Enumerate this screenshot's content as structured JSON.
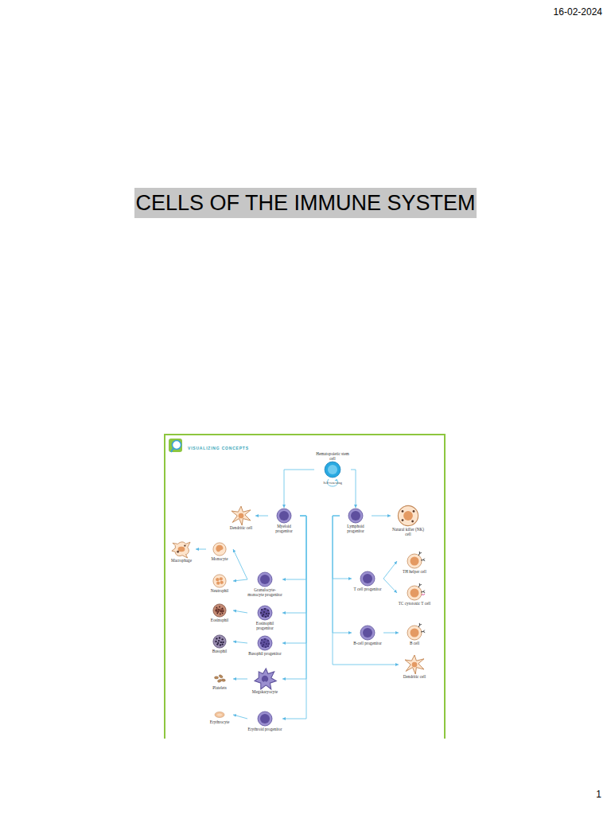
{
  "diagram": {
    "title": "CELLS OF THE IMMUNE SYSTEM",
    "nodes": [
      {
        "text": [
          "Hematopoietic stem cell"
        ]
      },
      {
        "text": [
          "Myeloid progenitor"
        ]
      },
      {
        "text": [
          "Lymphoid progenitor"
        ]
      },
      {
        "text": [
          "Dendritic cell"
        ]
      },
      {
        "text": [
          "Natural killer (NK) cell"
        ]
      },
      {
        "text": [
          "Monocyte"
        ]
      },
      {
        "text": [
          "Macrophage"
        ]
      },
      {
        "text": [
          "Granulocyte-monocyte progenitor"
        ]
      },
      {
        "text": [
          "Neutrophil"
        ]
      },
      {
        "text": [
          "Eosinophil progenitor"
        ]
      },
      {
        "text": [
          "Eosinophil"
        ]
      },
      {
        "text": [
          "Basophil progenitor"
        ]
      },
      {
        "text": [
          "Basophil"
        ]
      },
      {
        "text": [
          "Megakaryocyte"
        ]
      },
      {
        "text": [
          "Platelets"
        ]
      },
      {
        "text": [
          "Erythroid progenitor"
        ]
      },
      {
        "text": [
          "Erythrocyte"
        ]
      },
      {
        "text": [
          "T cell progenitor"
        ]
      },
      {
        "text": [
          "TH helper cell"
        ]
      },
      {
        "text": [
          "TC cytotoxic T cell"
        ]
      },
      {
        "text": [
          "B-cell progenitor"
        ]
      },
      {
        "text": [
          "B cell"
        ]
      },
      {
        "text": [
          "Dendritic cell"
        ]
      }
    ],
    "edges": [
      {
        "from": 0,
        "to": 1,
        "arrow": "to"
      },
      {
        "from": 0,
        "to": 2,
        "arrow": "to"
      },
      {
        "from": 1,
        "to": 3,
        "arrow": "to"
      },
      {
        "from": 1,
        "to": 7,
        "arrow": "to"
      },
      {
        "from": 1,
        "to": 9,
        "arrow": "to"
      },
      {
        "from": 1,
        "to": 11,
        "arrow": "to"
      },
      {
        "from": 1,
        "to": 13,
        "arrow": "to"
      },
      {
        "from": 1,
        "to": 15,
        "arrow": "to"
      },
      {
        "from": 7,
        "to": 5,
        "arrow": "to"
      },
      {
        "from": 5,
        "to": 6,
        "arrow": "to"
      },
      {
        "from": 7,
        "to": 8,
        "arrow": "to"
      },
      {
        "from": 9,
        "to": 10,
        "arrow": "to"
      },
      {
        "from": 11,
        "to": 12,
        "arrow": "to"
      },
      {
        "from": 13,
        "to": 14,
        "arrow": "to"
      },
      {
        "from": 15,
        "to": 16,
        "arrow": "to"
      },
      {
        "from": 2,
        "to": 4,
        "arrow": "to"
      },
      {
        "from": 2,
        "to": 17,
        "arrow": "to"
      },
      {
        "from": 2,
        "to": 20,
        "arrow": "to"
      },
      {
        "from": 2,
        "to": 22,
        "arrow": "to"
      },
      {
        "from": 17,
        "to": 18,
        "arrow": "to"
      },
      {
        "from": 17,
        "to": 19,
        "arrow": "to"
      },
      {
        "from": 20,
        "to": 21,
        "arrow": "to"
      }
    ],
    "labels": [
      "16-02-2024",
      "1",
      "VISUALIZING CONCEPTS",
      "Self-renewing"
    ]
  }
}
